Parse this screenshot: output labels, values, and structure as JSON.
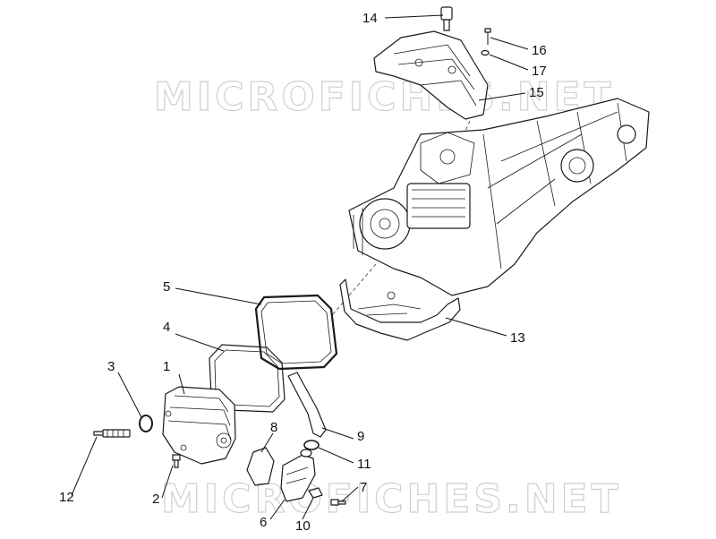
{
  "watermark": {
    "text": "MICROFICHES.NET"
  },
  "callouts": [
    "1",
    "2",
    "3",
    "4",
    "5",
    "6",
    "7",
    "8",
    "9",
    "10",
    "11",
    "12",
    "13",
    "14",
    "15",
    "16",
    "17"
  ],
  "parts": [
    "cylinder-head-cover",
    "cover-screw",
    "spark-plug-seal",
    "cover-gasket",
    "inner-gasket",
    "breather-housing",
    "screw",
    "o-ring",
    "breather-hose",
    "hose-clamp",
    "ring",
    "spark-plug",
    "heat-shield",
    "sensor",
    "engine-cover",
    "bolt",
    "washer"
  ]
}
